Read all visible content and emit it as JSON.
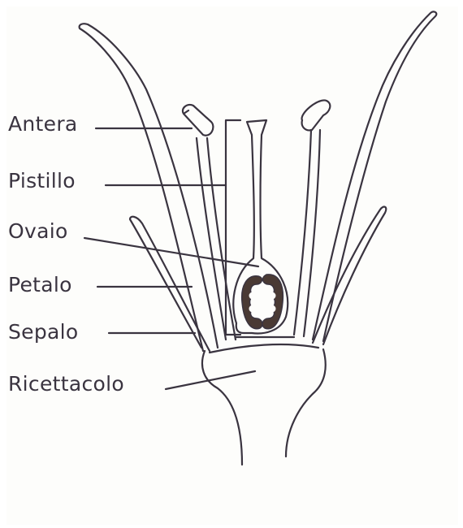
{
  "labels": {
    "antera": "Antera",
    "pistillo": "Pistillo",
    "ovaio": "Ovaio",
    "petalo": "Petalo",
    "sepalo": "Sepalo",
    "ricettacolo": "Ricettacolo"
  },
  "colors": {
    "ink": "#3a3440",
    "ovule_fill": "#4a3a34",
    "paper": "#fdfdfb"
  }
}
